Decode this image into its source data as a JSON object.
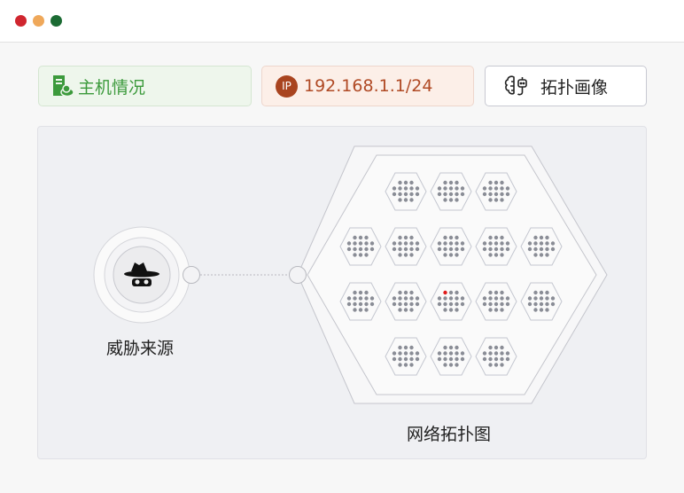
{
  "window": {
    "controls": [
      {
        "name": "close",
        "color": "#d0262f"
      },
      {
        "name": "minimize",
        "color": "#efa85a"
      },
      {
        "name": "maximize",
        "color": "#1b6b33"
      }
    ]
  },
  "toolbar": {
    "host_status": {
      "label": "主机情况",
      "icon": "server-cloud-icon"
    },
    "ip": {
      "badge": "IP",
      "value": "192.168.1.1/24"
    },
    "topology_profile": {
      "label": "拓扑画像",
      "icon": "brain-robot-icon"
    }
  },
  "diagram": {
    "threat_source_label": "威胁来源",
    "network_label": "网络拓扑图",
    "node_rows": [
      3,
      5,
      5,
      3
    ],
    "highlight_node": {
      "row": 2,
      "col": 2,
      "color": "#e01a1a"
    }
  }
}
